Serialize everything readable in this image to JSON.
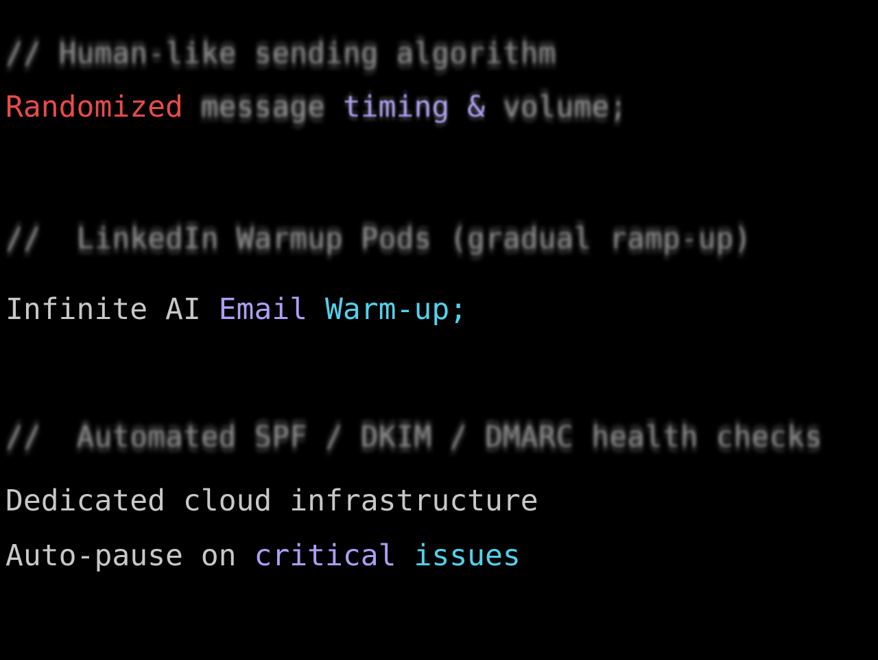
{
  "page": {
    "background": "#000000"
  },
  "palette": {
    "comment": "#8d8d8d",
    "muted": "#979797",
    "plain": "#c8c8c8",
    "red": "#e94b4b",
    "purple": "#ab9ff3",
    "cyan": "#53d1ec"
  },
  "code_lines": [
    {
      "name": "comment-sending-algorithm",
      "segments": [
        {
          "text": "// Human-like sending algorithm",
          "color": "comment",
          "blur": "heavy"
        }
      ]
    },
    {
      "name": "statement-randomized-timing",
      "segments": [
        {
          "text": "Randomized ",
          "color": "red",
          "blur": "none"
        },
        {
          "text": "message ",
          "color": "muted",
          "blur": "heavy"
        },
        {
          "text": "timing & ",
          "color": "purple",
          "blur": "light"
        },
        {
          "text": "volume;",
          "color": "muted",
          "blur": "heavy"
        }
      ]
    },
    {
      "name": "comment-linkedin-warmup",
      "segments": [
        {
          "text": "//  LinkedIn Warmup Pods (gradual ramp-up)",
          "color": "comment",
          "blur": "heavy"
        }
      ]
    },
    {
      "name": "statement-email-warmup",
      "segments": [
        {
          "text": "Infinite AI ",
          "color": "plain",
          "blur": "none"
        },
        {
          "text": "Email",
          "color": "purple",
          "blur": "none"
        },
        {
          "text": " ",
          "color": "plain",
          "blur": "none"
        },
        {
          "text": "Warm-up;",
          "color": "cyan",
          "blur": "none"
        }
      ]
    },
    {
      "name": "comment-health-checks",
      "segments": [
        {
          "text": "//  Automated SPF / DKIM / DMARC health checks",
          "color": "comment",
          "blur": "heavy"
        }
      ]
    },
    {
      "name": "statement-infrastructure",
      "segments": [
        {
          "text": "Dedicated cloud infrastructure",
          "color": "plain",
          "blur": "none"
        }
      ]
    },
    {
      "name": "statement-auto-pause",
      "segments": [
        {
          "text": "Auto-pause on ",
          "color": "plain",
          "blur": "none"
        },
        {
          "text": "critical",
          "color": "purple",
          "blur": "none"
        },
        {
          "text": " ",
          "color": "plain",
          "blur": "none"
        },
        {
          "text": "issues",
          "color": "cyan",
          "blur": "none"
        }
      ]
    }
  ]
}
